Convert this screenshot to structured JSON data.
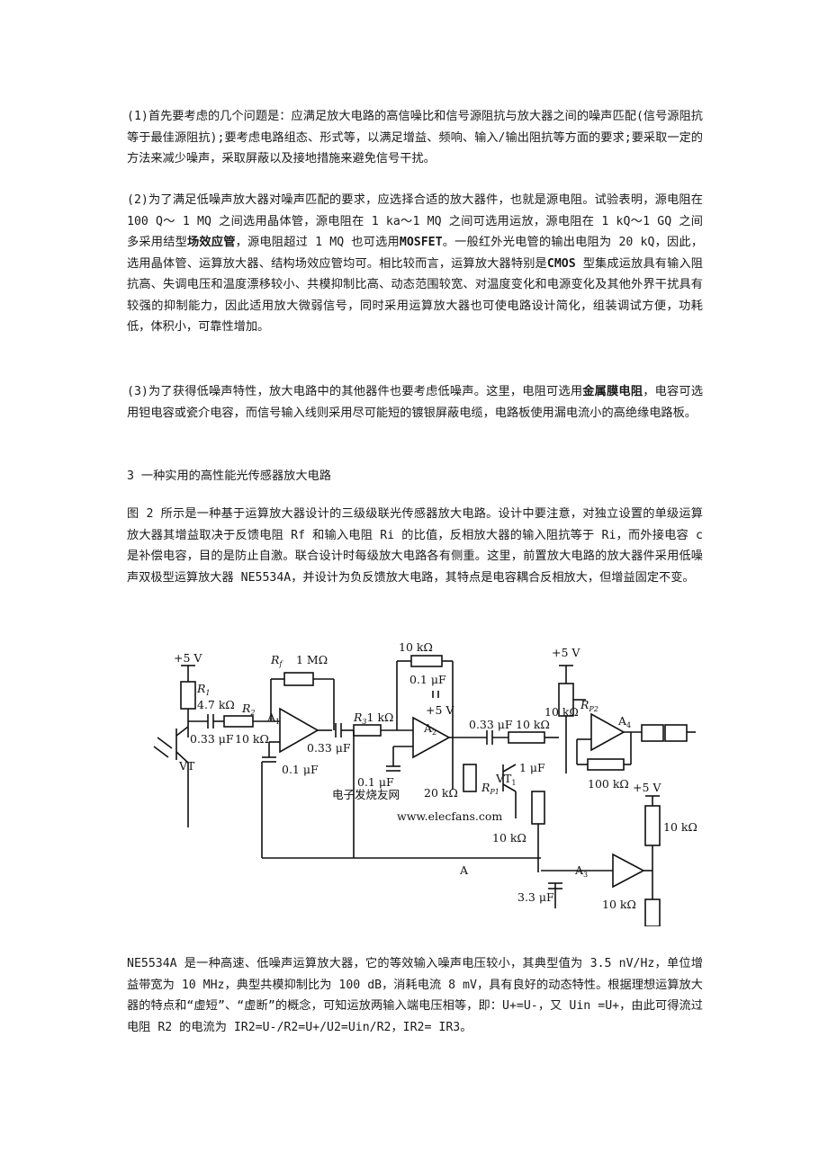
{
  "p1": "(1)首先要考虑的几个问题是：应满足放大电路的高信噪比和信号源阻抗与放大器之间的噪声匹配(信号源阻抗等于最佳源阻抗);要考虑电路组态、形式等，以满足增益、频响、输入/输出阻抗等方面的要求;要采取一定的方法来减少噪声，采取屏蔽以及接地措施来避免信号干扰。",
  "p2": {
    "t1": "(2)为了满足低噪声放大器对噪声匹配的要求，应选择合适的放大器件，也就是源电阻。试验表明，源电阻在 100 Q～ 1 MQ 之间选用晶体管，源电阻在 1 ka～1 MQ 之间可选用运放，源电阻在 1 kQ～1 GQ 之间多采用结型",
    "b1": "场效应管",
    "t2": "，源电阻超过 1 MQ 也可选用",
    "b2": "MOSFET",
    "t3": "。一般红外光电管的输出电阻为 20 kQ，因此，选用晶体管、运算放大器、结构场效应管均可。相比较而言，运算放大器特别是",
    "b3": "CMOS",
    "t4": " 型集成运放具有输入阻抗高、失调电压和温度漂移较小、共模抑制比高、动态范围较宽、对温度变化和电源变化及其他外界干扰具有较强的抑制能力，因此适用放大微弱信号，同时采用运算放大器也可使电路设计简化，组装调试方便，功耗低，体积小，可靠性增加。"
  },
  "p3": {
    "t1": "(3)为了获得低噪声特性，放大电路中的其他器件也要考虑低噪声。这里，电阻可选用",
    "b1": "金属膜电阻",
    "t2": "，电容可选用钽电容或瓷介电容，而信号输入线则采用尽可能短的镀银屏蔽电缆，电路板使用漏电流小的高绝缘电路板。"
  },
  "heading3": "3 一种实用的高性能光传感器放大电路",
  "p4": "图 2 所示是一种基于运算放大器设计的三级级联光传感器放大电路。设计中要注意，对独立设置的单级运算放大器其增益取决于反馈电阻 Rf 和输入电阻 Ri 的比值，反相放大器的输入阻抗等于 Ri，而外接电容 c 是补偿电容，目的是防止自激。联合设计时每级放大电路各有侧重。这里，前置放大电路的放大器件采用低噪声双极型运算放大器 NE5534A，并设计为负反馈放大电路，其特点是电容耦合反相放大，但增益固定不变。",
  "p5": "NE5534A 是一种高速、低噪声运算放大器，它的等效输入噪声电压较小，其典型值为 3.5 nV/Hz，单位增益带宽为 10 MHz，典型共模抑制比为 100 dB，消耗电流 8 mV，具有良好的动态特性。根据理想运算放大器的特点和“虚短”、“虚断”的概念，可知运放两输入端电压相等，即：U+=U-，又 Uin =U+，由此可得流过电阻 R2 的电流为 IR2=U-/R2=U+/U2=Uin/R2，IR2= IR3。",
  "circuit": {
    "v1": "+5 V",
    "r1": "R",
    "r1sub": "1",
    "r1val": "4.7 kΩ",
    "rf": "R",
    "rfsub": "f",
    "rfval": "1 MΩ",
    "r2": "R",
    "r2sub": "2",
    "r2val": "10 kΩ",
    "c1": "0.33 μF",
    "a1": "A",
    "a1sub": "1",
    "c2": "0.33 μF",
    "c3": "0.1 μF",
    "vt": "VT",
    "r3": "R",
    "r3sub": "3",
    "r3val": "1 kΩ",
    "rtop": "10 kΩ",
    "c4": "0.1 μF",
    "v2": "+5 V",
    "a2": "A",
    "a2sub": "2",
    "c5": "0.1 μF",
    "r20k": "20 kΩ",
    "rp1": "R",
    "rp1sub": "P1",
    "vt1": "VT",
    "vt1sub": "1",
    "c6": "0.33 μF",
    "r10a": "10 kΩ",
    "r10b": "10 kΩ",
    "c7": "1 μF",
    "v3": "+5 V",
    "rp2": "R",
    "rp2sub": "P2",
    "a4": "A",
    "a4sub": "4",
    "r100": "100 kΩ",
    "r10c": "10 kΩ",
    "v4": "+5 V",
    "r10d": "10 kΩ",
    "labelA": "A",
    "a3": "A",
    "a3sub": "3",
    "c8": "3.3 μF",
    "r10e": "10 kΩ",
    "watermark": "电子发烧友网",
    "watermark2": "www.elecfans.com"
  }
}
